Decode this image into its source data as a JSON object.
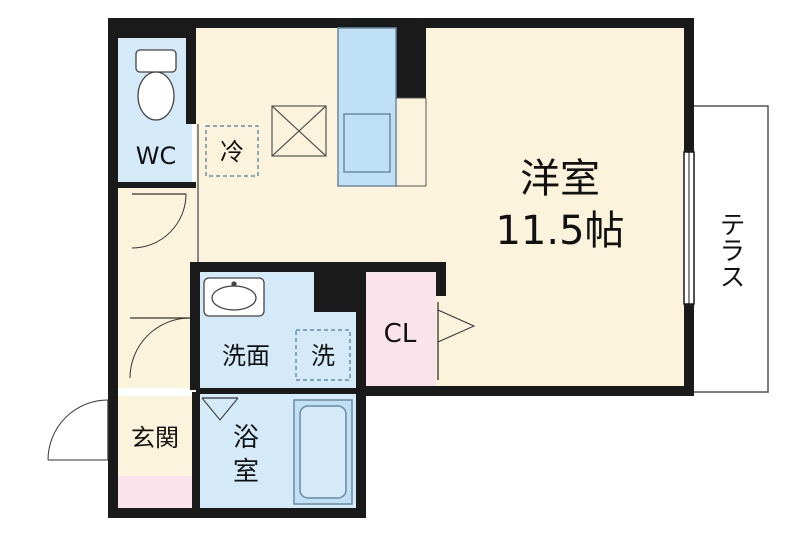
{
  "rooms": {
    "main": {
      "name": "洋室",
      "size": "11.5帖"
    },
    "wc": "WC",
    "fridge": "冷",
    "washroom": "洗面",
    "washer": "洗",
    "closet": "CL",
    "entrance": "玄関",
    "bath_line1": "浴",
    "bath_line2": "室",
    "terrace": "テラス"
  },
  "colors": {
    "wall": "#1a1a1a",
    "floor_beige": "#fbf3dc",
    "wet_blue": "#d5eaf8",
    "closet_pink": "#fbe3ec",
    "fixture_blue": "#bfe0f5"
  }
}
